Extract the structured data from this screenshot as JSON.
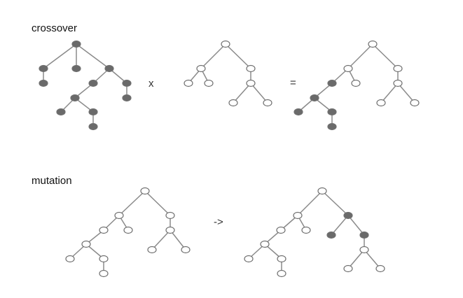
{
  "sections": {
    "crossover": {
      "title": "crossover",
      "operator": "x",
      "equals": "="
    },
    "mutation": {
      "title": "mutation",
      "arrow": "->"
    }
  },
  "colors": {
    "selected_node": "#6a6a6a",
    "plain_node": "#ffffff",
    "edge": "#8a8a8a",
    "node_stroke": "#707070"
  }
}
